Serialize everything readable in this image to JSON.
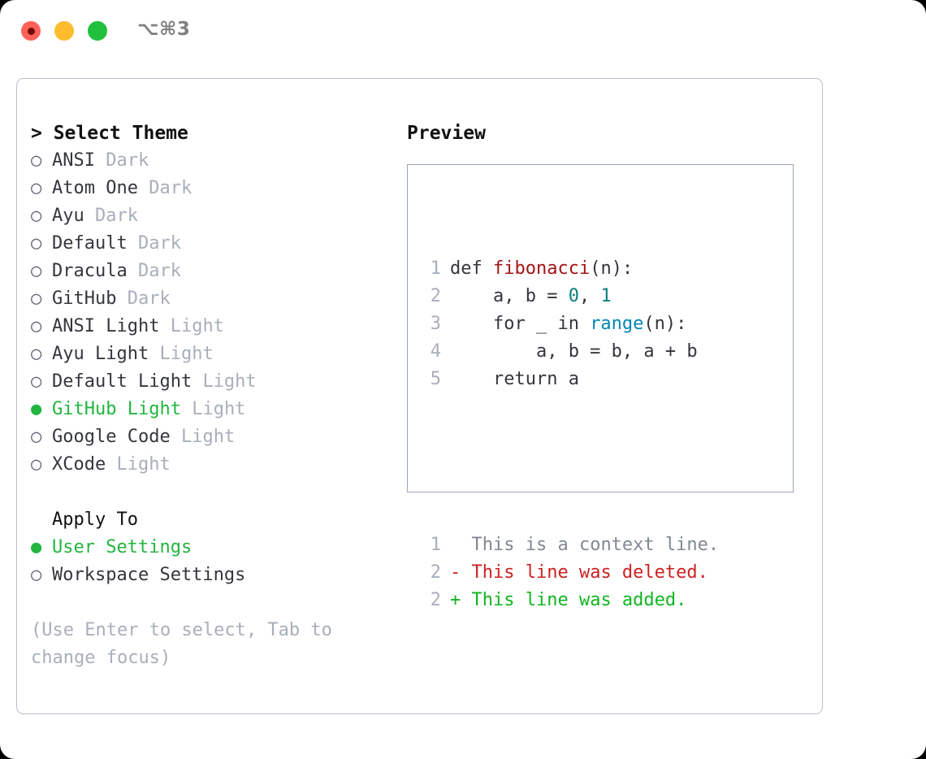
{
  "window": {
    "shortcut": "⌥⌘3",
    "traffic_lights": [
      "close-red",
      "minimize-yellow",
      "maximize-green"
    ]
  },
  "theme_list": {
    "header": "> Select Theme",
    "items": [
      {
        "marker": "○",
        "name": "ANSI",
        "variant": "Dark",
        "selected": false
      },
      {
        "marker": "○",
        "name": "Atom One",
        "variant": "Dark",
        "selected": false
      },
      {
        "marker": "○",
        "name": "Ayu",
        "variant": "Dark",
        "selected": false
      },
      {
        "marker": "○",
        "name": "Default",
        "variant": "Dark",
        "selected": false
      },
      {
        "marker": "○",
        "name": "Dracula",
        "variant": "Dark",
        "selected": false
      },
      {
        "marker": "○",
        "name": "GitHub",
        "variant": "Dark",
        "selected": false
      },
      {
        "marker": "○",
        "name": "ANSI Light",
        "variant": "Light",
        "selected": false
      },
      {
        "marker": "○",
        "name": "Ayu Light",
        "variant": "Light",
        "selected": false
      },
      {
        "marker": "○",
        "name": "Default Light",
        "variant": "Light",
        "selected": false
      },
      {
        "marker": "●",
        "name": "GitHub Light",
        "variant": "Light",
        "selected": true
      },
      {
        "marker": "○",
        "name": "Google Code",
        "variant": "Light",
        "selected": false
      },
      {
        "marker": "○",
        "name": "XCode",
        "variant": "Light",
        "selected": false
      }
    ]
  },
  "apply_to": {
    "header": "Apply To",
    "items": [
      {
        "marker": "●",
        "name": "User Settings",
        "selected": true
      },
      {
        "marker": "○",
        "name": "Workspace Settings",
        "selected": false
      }
    ]
  },
  "hint": "(Use Enter to select, Tab to change focus)",
  "preview": {
    "header": "Preview",
    "code_lines": [
      {
        "num": "1",
        "tokens": [
          {
            "t": "def ",
            "c": "kw"
          },
          {
            "t": "fibonacci",
            "c": "fn"
          },
          {
            "t": "(n):",
            "c": "plain"
          }
        ]
      },
      {
        "num": "2",
        "tokens": [
          {
            "t": "    a, b = ",
            "c": "plain"
          },
          {
            "t": "0",
            "c": "num"
          },
          {
            "t": ", ",
            "c": "plain"
          },
          {
            "t": "1",
            "c": "num"
          }
        ]
      },
      {
        "num": "3",
        "tokens": [
          {
            "t": "    for _ in ",
            "c": "plain"
          },
          {
            "t": "range",
            "c": "bi"
          },
          {
            "t": "(n):",
            "c": "plain"
          }
        ]
      },
      {
        "num": "4",
        "tokens": [
          {
            "t": "        a, b = b, a + b",
            "c": "plain"
          }
        ]
      },
      {
        "num": "5",
        "tokens": [
          {
            "t": "    return a",
            "c": "plain"
          }
        ]
      }
    ],
    "diff_lines": [
      {
        "num": "1",
        "sign": "  ",
        "text": "This is a context line.",
        "kind": "ctx"
      },
      {
        "num": "2",
        "sign": "- ",
        "text": "This line was deleted.",
        "kind": "del"
      },
      {
        "num": "2",
        "sign": "+ ",
        "text": "This line was added.",
        "kind": "add"
      }
    ]
  },
  "colors": {
    "selected_green": "#22b540",
    "muted_gray": "#a8afba",
    "diff_delete_red": "#cc2222",
    "diff_add_green": "#12b521",
    "func_red": "#a31515",
    "builtin_blue": "#0086b3",
    "number_teal": "#0b7e7b",
    "panel_border": "#b9c0cc",
    "preview_border": "#9aa5b5"
  }
}
